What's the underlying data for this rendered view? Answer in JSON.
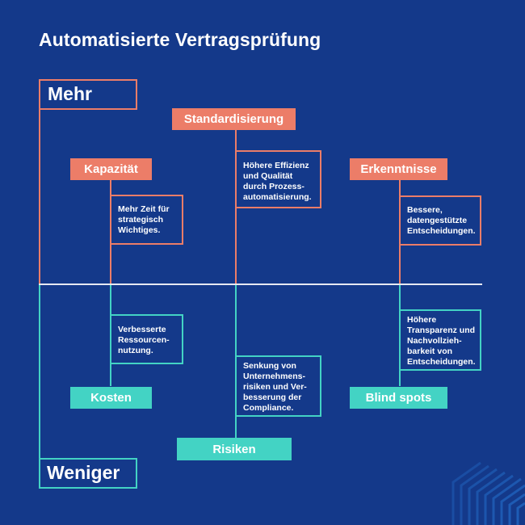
{
  "title": "Automatisierte Vertragsprüfung",
  "axis": {
    "top_label": "Mehr",
    "bottom_label": "Weniger"
  },
  "more": {
    "kapazitaet": {
      "tag": "Kapazität",
      "note": [
        "Mehr Zeit für",
        "strategisch",
        "Wichtiges."
      ]
    },
    "standardisierung": {
      "tag": "Standardisierung",
      "note": [
        "Höhere Effizienz",
        "und Qualität",
        "durch Prozess-",
        "automatisierung."
      ]
    },
    "erkenntnisse": {
      "tag": "Erkenntnisse",
      "note": [
        "Bessere,",
        "datengestützte",
        "Entscheidungen."
      ]
    }
  },
  "less": {
    "kosten": {
      "tag": "Kosten",
      "note": [
        "Verbesserte",
        "Ressourcen-",
        "nutzung."
      ]
    },
    "risiken": {
      "tag": "Risiken",
      "note": [
        "Senkung von",
        "Unternehmens-",
        "risiken und Ver-",
        "besserung der",
        "Compliance."
      ]
    },
    "blind_spots": {
      "tag": "Blind spots",
      "note": [
        "Höhere",
        "Transparenz und",
        "Nachvollzieh-",
        "barkeit von",
        "Entscheidungen."
      ]
    }
  },
  "colors": {
    "background": "#14398a",
    "orange": "#ec7d68",
    "teal": "#43d3c4",
    "divider": "#e6e9f2"
  }
}
